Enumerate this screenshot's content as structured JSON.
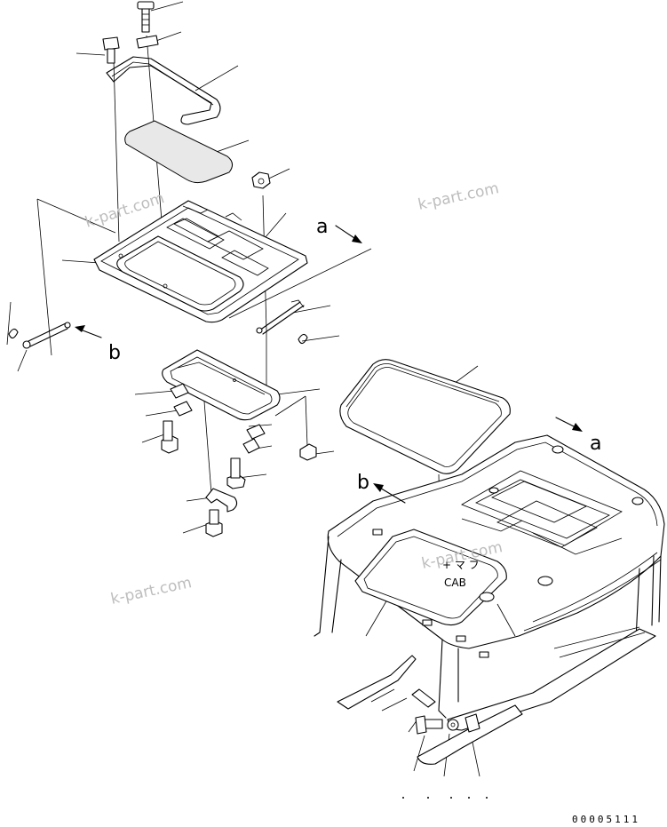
{
  "labels": {
    "view_a": "a",
    "view_b": "b",
    "view_a_cab": "a",
    "view_b_cab": "b",
    "cab_mark": "+ マ フ\nCAB"
  },
  "watermarks": [
    "k-part.com",
    "k-part.com",
    "k-part.com",
    "k-part.com"
  ],
  "drawing_code": "00005111"
}
